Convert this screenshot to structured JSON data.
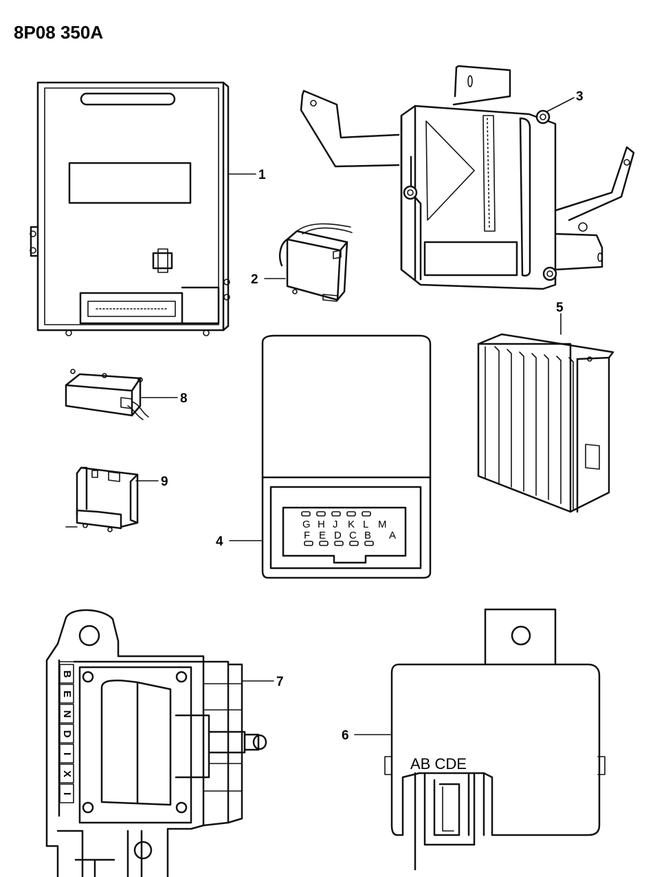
{
  "drawing_code": "8P08 350A",
  "callouts": {
    "c1": "1",
    "c2": "2",
    "c3": "3",
    "c4": "4",
    "c5": "5",
    "c6": "6",
    "c7": "7",
    "c8": "8",
    "c9": "9"
  },
  "module4": {
    "top_row": [
      "G",
      "H",
      "J",
      "K",
      "L",
      "M"
    ],
    "bottom_row": [
      "F",
      "E",
      "D",
      "C",
      "B",
      "A"
    ]
  },
  "module6": {
    "terminals": "AB CDE"
  },
  "coil7": {
    "side_labels": [
      "B",
      "E",
      "N",
      "D",
      "I",
      "X",
      "I"
    ]
  }
}
